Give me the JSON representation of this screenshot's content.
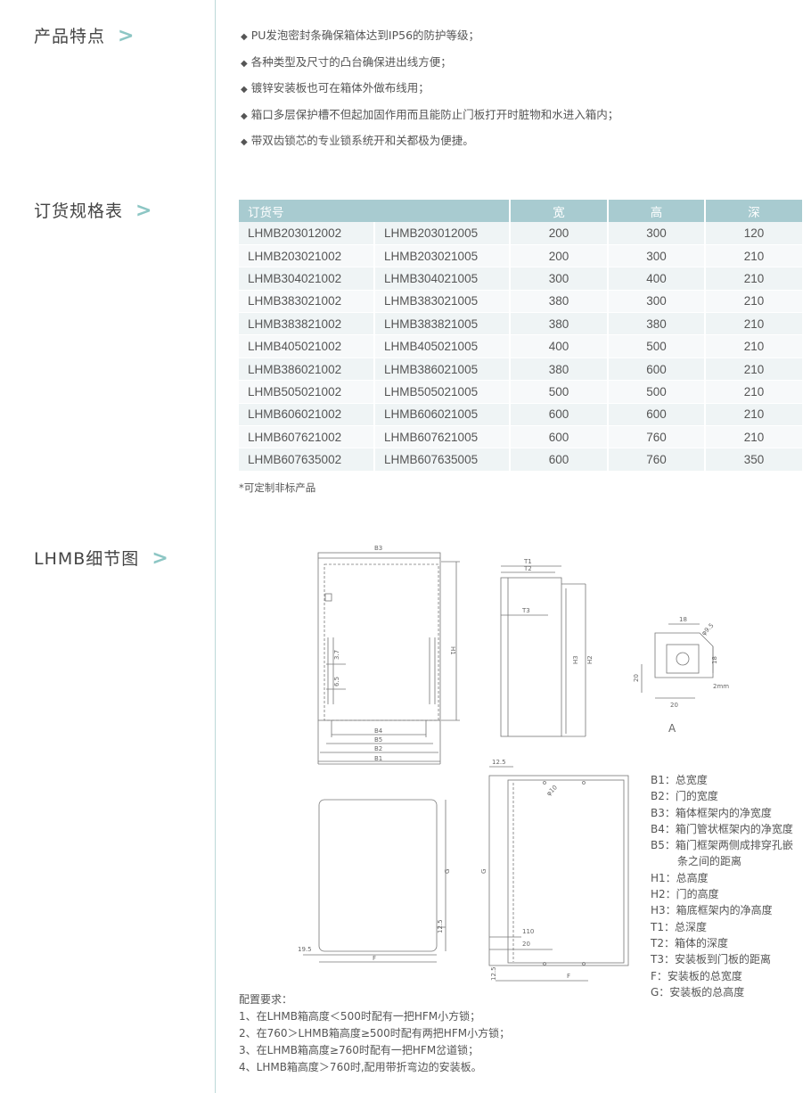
{
  "sections": {
    "features_title": "产品特点",
    "spec_title": "订货规格表",
    "detail_title": "LHMB细节图",
    "chevron": ">"
  },
  "features": [
    "PU发泡密封条确保箱体达到IP56的防护等级；",
    "各种类型及尺寸的凸台确保进出线方便；",
    "镀锌安装板也可在箱体外做布线用；",
    "箱口多层保护槽不但起加固作用而且能防止门板打开时脏物和水进入箱内；",
    "带双齿锁芯的专业锁系统开和关都极为便捷。"
  ],
  "bullet": "◆",
  "spec_table": {
    "headers": [
      "订货号",
      "宽",
      "高",
      "深"
    ],
    "rows": [
      [
        "LHMB203012002",
        "LHMB203012005",
        "200",
        "300",
        "120"
      ],
      [
        "LHMB203021002",
        "LHMB203021005",
        "200",
        "300",
        "210"
      ],
      [
        "LHMB304021002",
        "LHMB304021005",
        "300",
        "400",
        "210"
      ],
      [
        "LHMB383021002",
        "LHMB383021005",
        "380",
        "300",
        "210"
      ],
      [
        "LHMB383821002",
        "LHMB383821005",
        "380",
        "380",
        "210"
      ],
      [
        "LHMB405021002",
        "LHMB405021005",
        "400",
        "500",
        "210"
      ],
      [
        "LHMB386021002",
        "LHMB386021005",
        "380",
        "600",
        "210"
      ],
      [
        "LHMB505021002",
        "LHMB505021005",
        "500",
        "500",
        "210"
      ],
      [
        "LHMB606021002",
        "LHMB606021005",
        "600",
        "600",
        "210"
      ],
      [
        "LHMB607621002",
        "LHMB607621005",
        "600",
        "760",
        "210"
      ],
      [
        "LHMB607635002",
        "LHMB607635005",
        "600",
        "760",
        "350"
      ]
    ]
  },
  "note": "*可定制非标产品",
  "drawing_labels": {
    "b3": "B3",
    "h1": "H1",
    "b4": "B4",
    "b5": "B5",
    "b2": "B2",
    "b1": "B1",
    "d37": "3.7",
    "d65": "6.5",
    "t1": "T1",
    "t2": "T2",
    "t3": "T3",
    "h3": "H3",
    "h2": "H2",
    "d18a": "18",
    "d95": "φ9.5",
    "d20a": "20",
    "d18b": "18",
    "d20b": "20",
    "d2mm": "2mm",
    "detail_a": "A",
    "g1": "G",
    "f1": "F",
    "d195": "19.5",
    "d125a": "12.5",
    "d125b": "12.5",
    "d10": "φ10",
    "g2": "G",
    "d110": "110",
    "d20c": "20",
    "d125c": "12.5",
    "f2": "F"
  },
  "legend": [
    "B1：总宽度",
    "B2：门的宽度",
    "B3：箱体框架内的净宽度",
    "B4：箱门管状框架内的净宽度",
    "B5：箱门框架两侧成排穿孔嵌",
    "条之间的距离",
    "H1：总高度",
    "H2：门的高度",
    "H3：箱底框架内的净高度",
    "T1：总深度",
    "T2：箱体的深度",
    "T3：安装板到门板的距离",
    "F：安装板的总宽度",
    "G：安装板的总高度"
  ],
  "config": [
    "配置要求：",
    "1、在LHMB箱高度＜500时配有一把HFM小方锁；",
    "2、在760＞LHMB箱高度≥500时配有两把HFM小方锁；",
    "3、在LHMB箱高度≥760时配有一把HFM岔道锁；",
    "4、LHMB箱高度＞760时,配用带折弯边的安装板。"
  ]
}
